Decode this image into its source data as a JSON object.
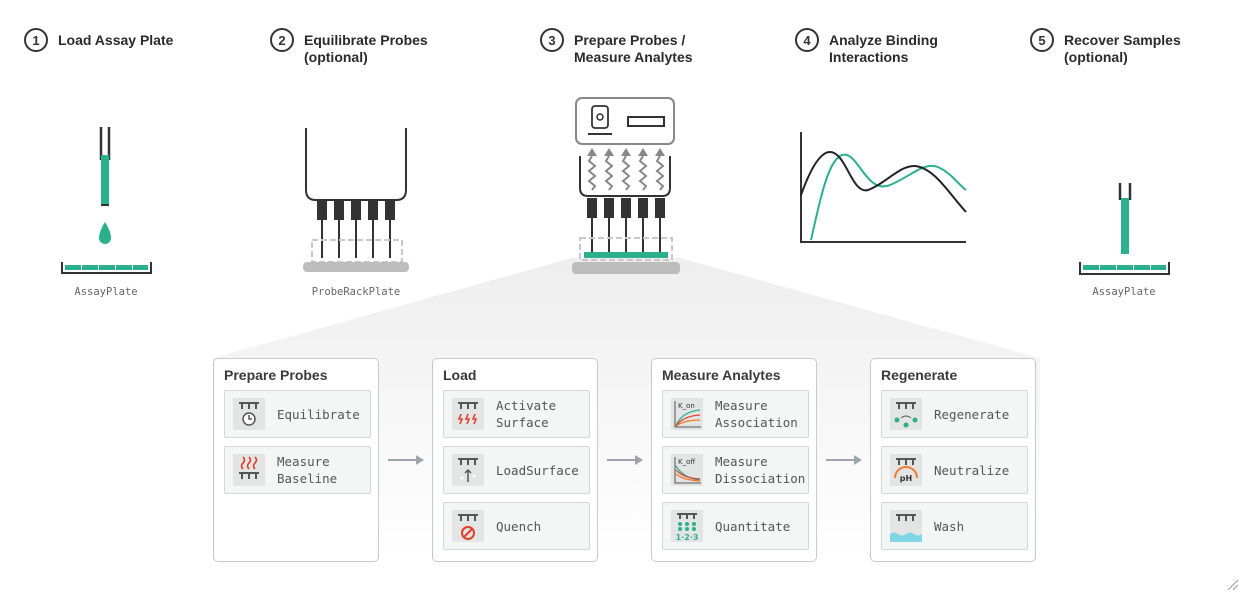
{
  "steps": [
    {
      "num": "1",
      "title": "Load Assay Plate"
    },
    {
      "num": "2",
      "title": "Equilibrate Probes\n(optional)"
    },
    {
      "num": "3",
      "title": "Prepare Probes /\nMeasure Analytes"
    },
    {
      "num": "4",
      "title": "Analyze Binding\nInteractions"
    },
    {
      "num": "5",
      "title": "Recover Samples\n(optional)"
    }
  ],
  "plates": {
    "left": "AssayPlate",
    "probe_rack": "ProbeRackPlate",
    "right": "AssayPlate"
  },
  "panels": [
    {
      "title": "Prepare Probes",
      "items": [
        {
          "label": "Equilibrate",
          "icon": "probe-clock-icon"
        },
        {
          "label": "Measure\nBaseline",
          "icon": "probe-heat-icon"
        }
      ]
    },
    {
      "title": "Load",
      "items": [
        {
          "label": "Activate\nSurface",
          "icon": "probe-activate-icon"
        },
        {
          "label": "LoadSurface",
          "icon": "probe-load-icon"
        },
        {
          "label": "Quench",
          "icon": "probe-quench-icon"
        }
      ]
    },
    {
      "title": "Measure Analytes",
      "items": [
        {
          "label": "Measure\nAssociation",
          "icon": "kon-curve-icon",
          "badge": "K_on"
        },
        {
          "label": "Measure\nDissociation",
          "icon": "koff-curve-icon",
          "badge": "K_off"
        },
        {
          "label": "Quantitate",
          "icon": "quantitate-icon",
          "badge": "1·2·3"
        }
      ]
    },
    {
      "title": "Regenerate",
      "items": [
        {
          "label": "Regenerate",
          "icon": "probe-regenerate-icon"
        },
        {
          "label": "Neutralize",
          "icon": "probe-ph-icon",
          "badge": "pH"
        },
        {
          "label": "Wash",
          "icon": "probe-wash-icon"
        }
      ]
    }
  ],
  "colors": {
    "accent": "#2bb08e",
    "dark": "#333333",
    "grey": "#8a8f93",
    "red": "#e0402a",
    "orange": "#f07b2c"
  }
}
